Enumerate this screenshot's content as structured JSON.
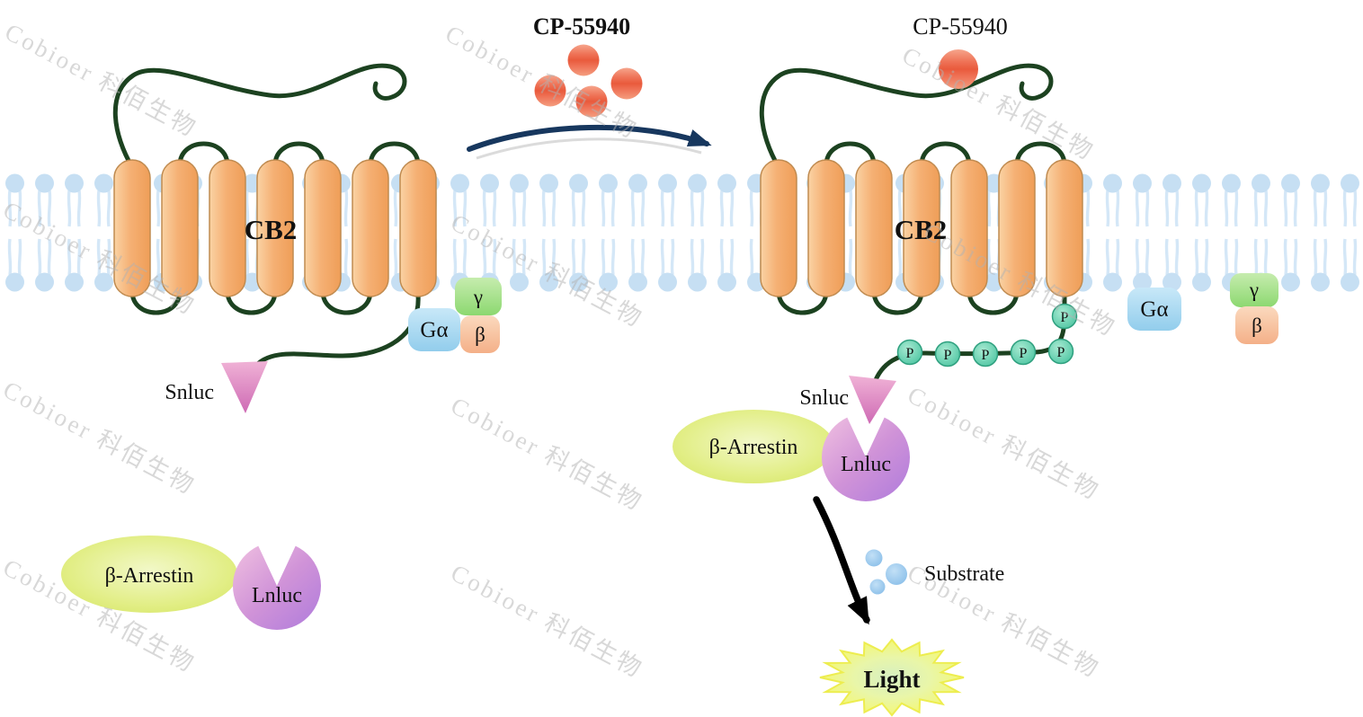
{
  "watermark": {
    "text": "Cobioer 科佰生物"
  },
  "ligand": {
    "name_left": "CP-55940",
    "name_right": "CP-55940"
  },
  "left": {
    "receptor": "CB2",
    "g_alpha": "Gα",
    "gamma": "γ",
    "beta": "β",
    "snluc": "Snluc",
    "arrestin": "β-Arrestin",
    "lnluc": "Lnluc"
  },
  "right": {
    "receptor": "CB2",
    "g_alpha": "Gα",
    "gamma": "γ",
    "beta": "β",
    "snluc": "Snluc",
    "arrestin": "β-Arrestin",
    "lnluc": "Lnluc",
    "phospho": "P",
    "substrate": "Substrate",
    "light": "Light"
  },
  "colors": {
    "membrane_head": "#C6DFF3",
    "membrane_tail": "#D4E7F7",
    "helix_orange": "#F5B074",
    "loop_green": "#1C4220",
    "ligand_red": "#E95A3C",
    "g_alpha_blue": "#A7D9F2",
    "gamma_green": "#A5E08C",
    "beta_peach": "#F8C9A8",
    "snluc_pink": "#DE84C2",
    "lnluc_purple": "#C490DE",
    "arrestin_yellow": "#DDE972",
    "phospho_teal": "#5ECCAA",
    "arrow_navy": "#17375E",
    "arrow_black": "#000000",
    "light_green_text": "#2CA02C",
    "substrate_blue": "#9CCBEE"
  }
}
